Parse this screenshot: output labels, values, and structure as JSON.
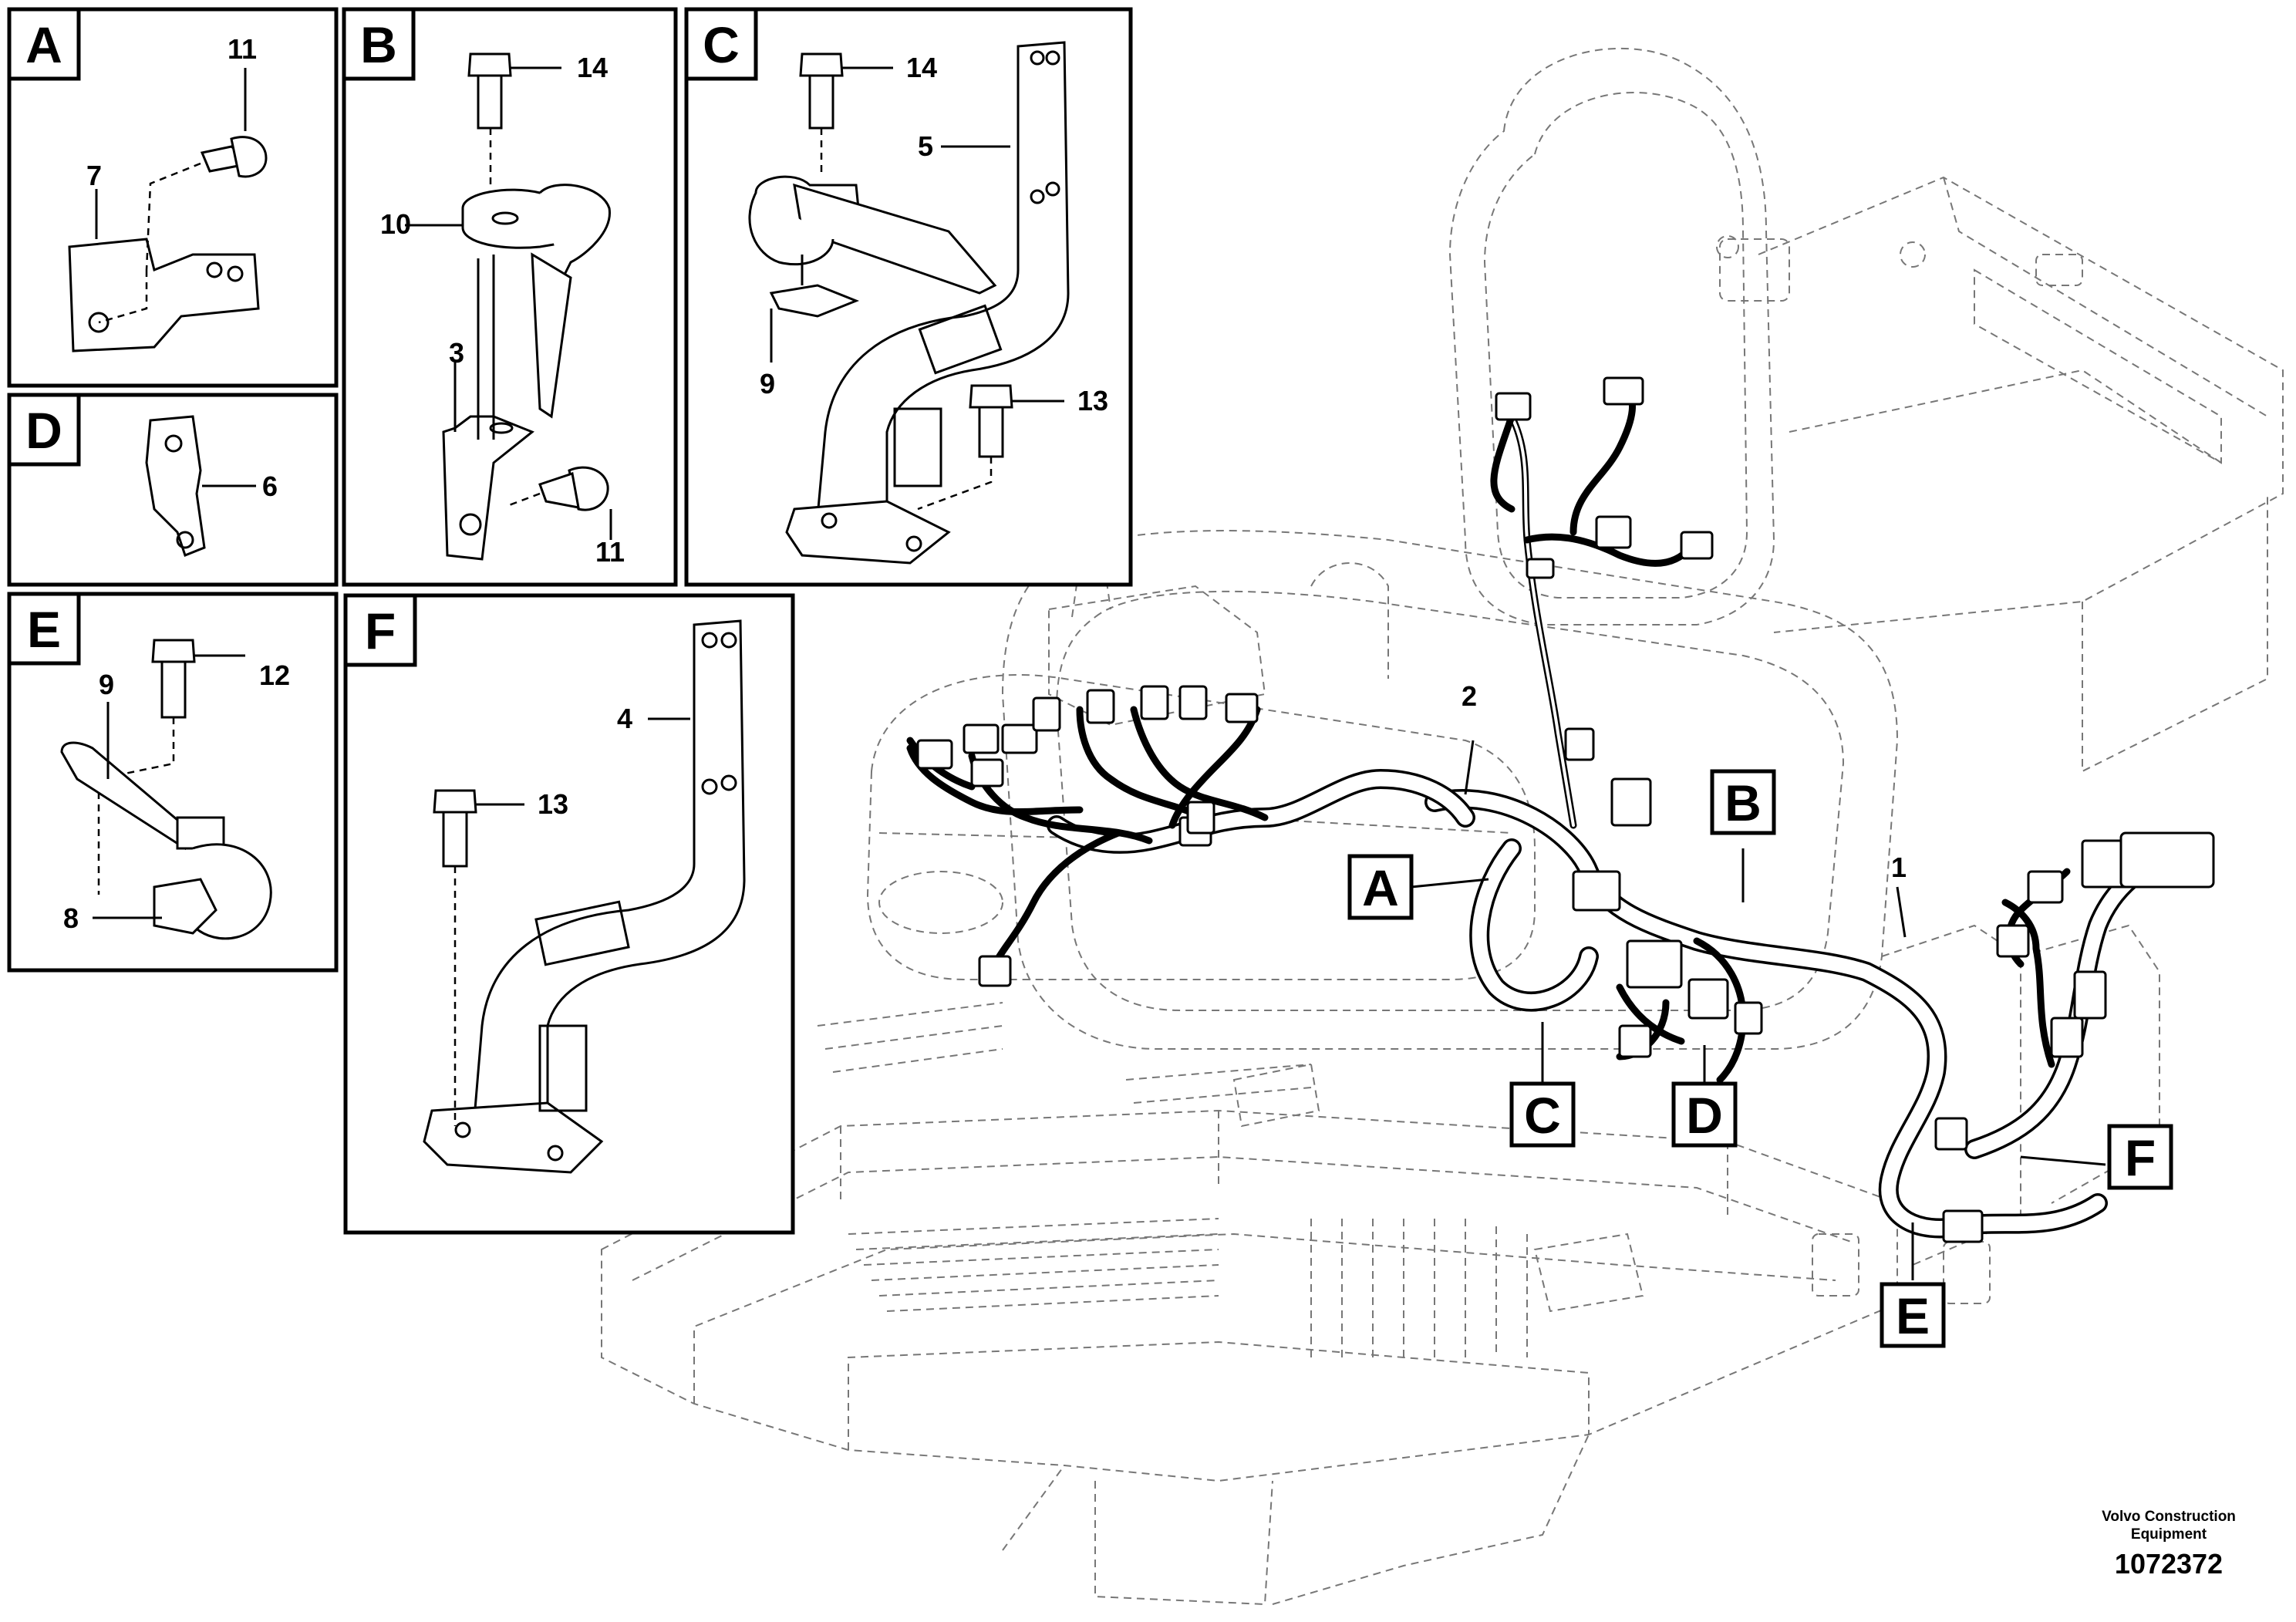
{
  "panels": [
    {
      "letter": "A",
      "parts": [
        "11",
        "7"
      ]
    },
    {
      "letter": "B",
      "parts": [
        "14",
        "10",
        "3",
        "11"
      ]
    },
    {
      "letter": "C",
      "parts": [
        "14",
        "5",
        "9",
        "13"
      ]
    },
    {
      "letter": "D",
      "parts": [
        "6"
      ]
    },
    {
      "letter": "E",
      "parts": [
        "12",
        "9",
        "8"
      ]
    },
    {
      "letter": "F",
      "parts": [
        "4",
        "13"
      ]
    }
  ],
  "main": {
    "parts": [
      "2",
      "1"
    ],
    "callouts": [
      "A",
      "B",
      "C",
      "D",
      "E",
      "F"
    ]
  },
  "footer": {
    "brand_line1": "Volvo Construction",
    "brand_line2": "Equipment",
    "doc_number": "1072372"
  }
}
